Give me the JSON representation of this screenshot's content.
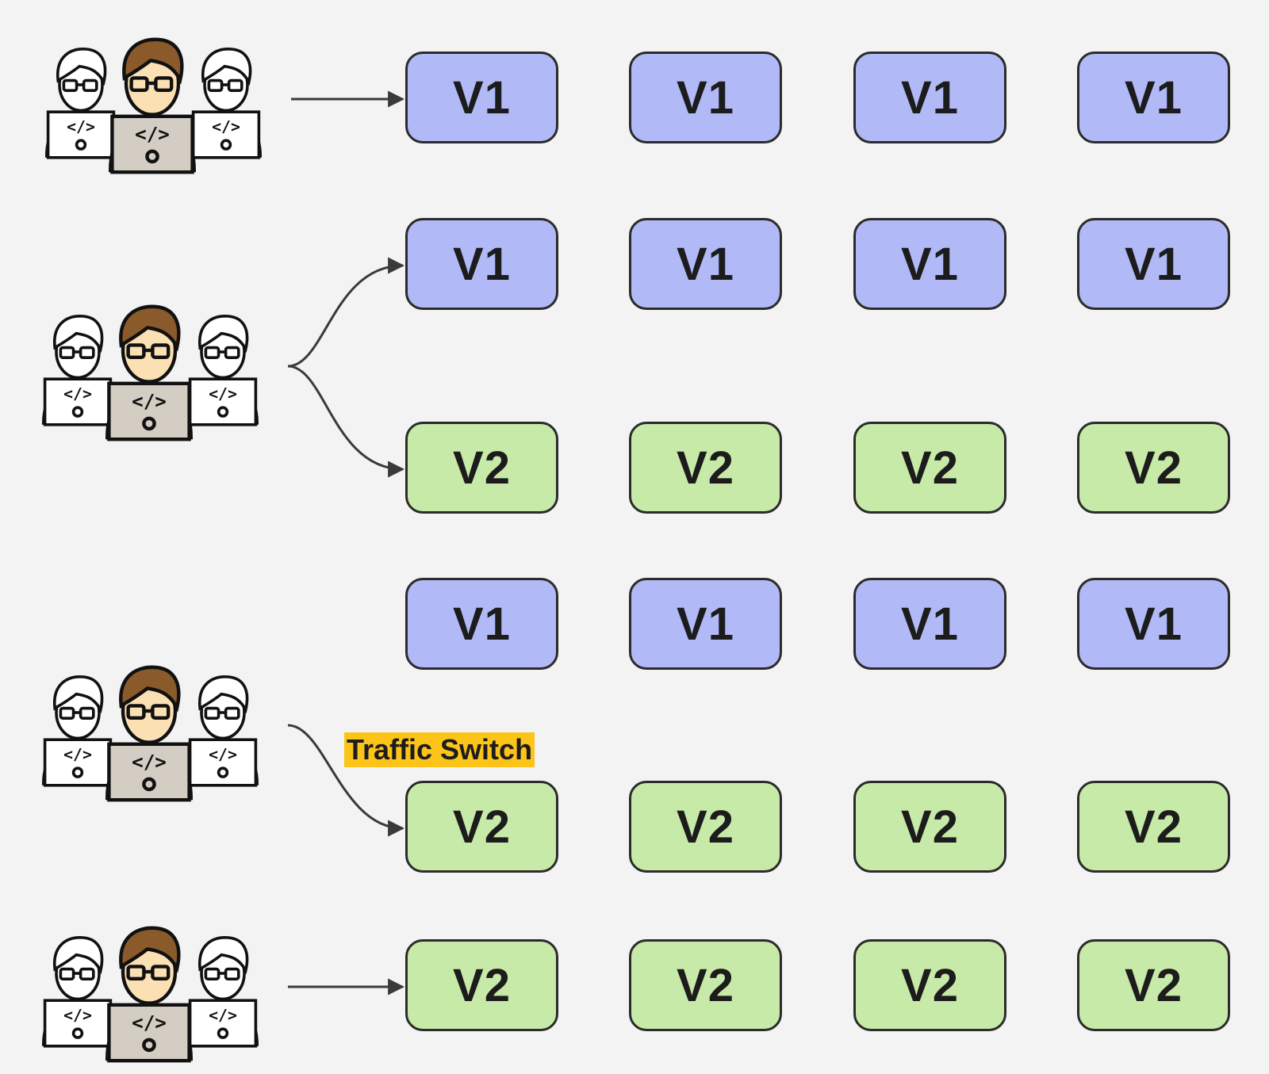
{
  "colors": {
    "background": "#f3f3f3",
    "v1_fill": "#b1b9f7",
    "v2_fill": "#c8eaa8",
    "label_highlight": "#fcc419",
    "outline": "#2b2b2b"
  },
  "stages": [
    {
      "rows": [
        {
          "version": "v1",
          "labels": [
            "V1",
            "V1",
            "V1",
            "V1"
          ]
        }
      ]
    },
    {
      "rows": [
        {
          "version": "v1",
          "labels": [
            "V1",
            "V1",
            "V1",
            "V1"
          ]
        },
        {
          "version": "v2",
          "labels": [
            "V2",
            "V2",
            "V2",
            "V2"
          ]
        }
      ]
    },
    {
      "rows": [
        {
          "version": "v1",
          "labels": [
            "V1",
            "V1",
            "V1",
            "V1"
          ]
        },
        {
          "version": "v2",
          "labels": [
            "V2",
            "V2",
            "V2",
            "V2"
          ]
        }
      ],
      "annotation": "Traffic Switch"
    },
    {
      "rows": [
        {
          "version": "v2",
          "labels": [
            "V2",
            "V2",
            "V2",
            "V2"
          ]
        }
      ]
    }
  ],
  "icons": [
    "developer-group-icon",
    "arrow-icon"
  ]
}
